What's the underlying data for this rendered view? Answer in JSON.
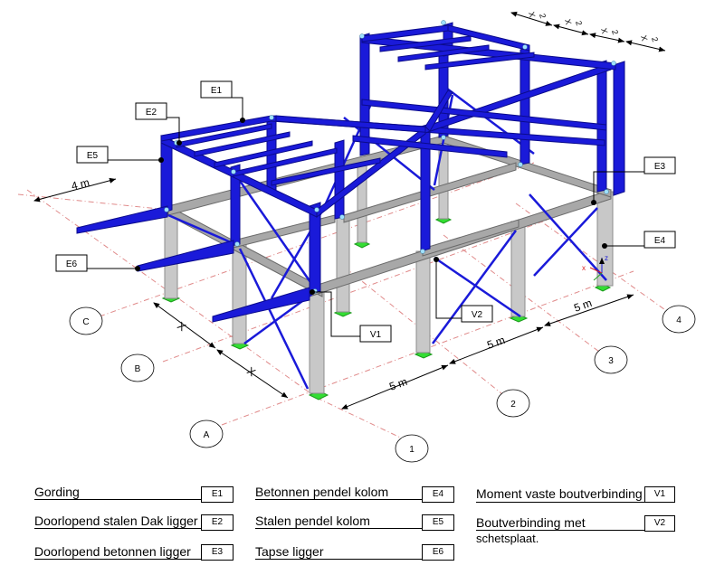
{
  "tags": {
    "E1": "E1",
    "E2": "E2",
    "E3": "E3",
    "E4": "E4",
    "E5": "E5",
    "E6": "E6",
    "V1": "V1",
    "V2": "V2"
  },
  "gridlines": {
    "A": "A",
    "B": "B",
    "C": "C",
    "g1": "1",
    "g2": "2",
    "g3": "3",
    "g4": "4"
  },
  "dimensions": {
    "four_m": "4 m",
    "five_m": "5 m",
    "x": "X",
    "x_half_num": "X",
    "x_half_den": "2"
  },
  "axes": {
    "z": "z",
    "x": "x"
  },
  "legend": [
    {
      "label": "Gording",
      "code": "E1"
    },
    {
      "label": "Doorlopend stalen Dak ligger",
      "code": "E2"
    },
    {
      "label": "Doorlopend betonnen ligger",
      "code": "E3"
    },
    {
      "label": "Betonnen pendel kolom",
      "code": "E4"
    },
    {
      "label": "Stalen pendel kolom",
      "code": "E5"
    },
    {
      "label": "Tapse ligger",
      "code": "E6"
    },
    {
      "label": "Moment vaste boutverbinding",
      "code": "V1"
    },
    {
      "label": "Boutverbinding met",
      "code": "V2",
      "sub": "schetsplaat."
    }
  ],
  "colors": {
    "steel": "#1a1ad9",
    "steel_dark": "#0b0b8c",
    "concrete": "#c8c8c8",
    "concrete_dark": "#8c8c8c",
    "support": "#33dd33",
    "grid": "#e08a8a"
  }
}
